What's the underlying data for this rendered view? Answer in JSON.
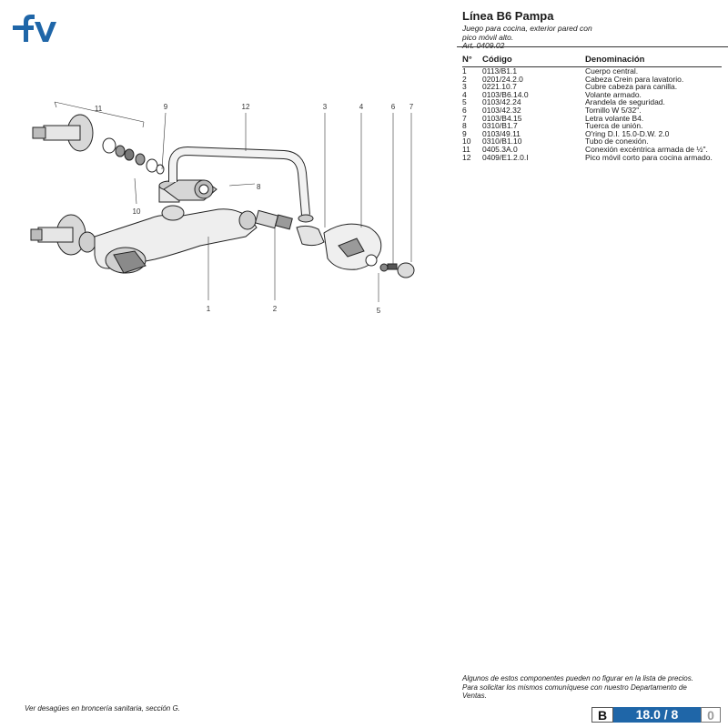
{
  "brand": {
    "logo_text": "fv",
    "logo_color": "#1f66a8"
  },
  "header": {
    "title": "Línea B6 Pampa",
    "subtitle_line1": "Juego para cocina, exterior pared con",
    "subtitle_line2": "pico móvil alto.",
    "article": "Art. 0409.02"
  },
  "table": {
    "headers": {
      "num": "N°",
      "code": "Código",
      "name": "Denominación"
    },
    "rows": [
      {
        "num": "1",
        "code": "0113/B1.1",
        "name": "Cuerpo central."
      },
      {
        "num": "2",
        "code": "0201/24.2.0",
        "name": "Cabeza Crein para lavatorio."
      },
      {
        "num": "3",
        "code": "0221.10.7",
        "name": "Cubre cabeza para canilla."
      },
      {
        "num": "4",
        "code": "0103/B6.14.0",
        "name": "Volante armado."
      },
      {
        "num": "5",
        "code": "0103/42.24",
        "name": "Arandela de seguridad."
      },
      {
        "num": "6",
        "code": "0103/42.32",
        "name": "Tornillo W 5/32\"."
      },
      {
        "num": "7",
        "code": "0103/B4.15",
        "name": "Letra volante B4."
      },
      {
        "num": "8",
        "code": "0310/B1.7",
        "name": "Tuerca de unión."
      },
      {
        "num": "9",
        "code": "0103/49.11",
        "name": "O'ring D.I. 15.0-D.W. 2.0"
      },
      {
        "num": "10",
        "code": "0310/B1.10",
        "name": "Tubo de conexión."
      },
      {
        "num": "11",
        "code": "0405.3A.0",
        "name": "Conexión excéntrica armada de ½\"."
      },
      {
        "num": "12",
        "code": "0409/E1.2.0.I",
        "name": "Pico móvil corto para cocina armado."
      }
    ]
  },
  "diagram": {
    "callouts": {
      "c1": "1",
      "c2": "2",
      "c3": "3",
      "c4": "4",
      "c5": "5",
      "c6": "6",
      "c7": "7",
      "c8": "8",
      "c9": "9",
      "c10": "10",
      "c11": "11",
      "c12": "12"
    }
  },
  "note": "Algunos de estos componentes pueden no figurar en la lista de precios. Para solicitar los mismos comuníquese con nuestro Departamento de Ventas.",
  "footer_ref": "Ver desagües en broncería sanitaria, sección G.",
  "page": {
    "section": "B",
    "number": "18.0 / 8",
    "revision": "0",
    "accent": "#1f66a8"
  }
}
